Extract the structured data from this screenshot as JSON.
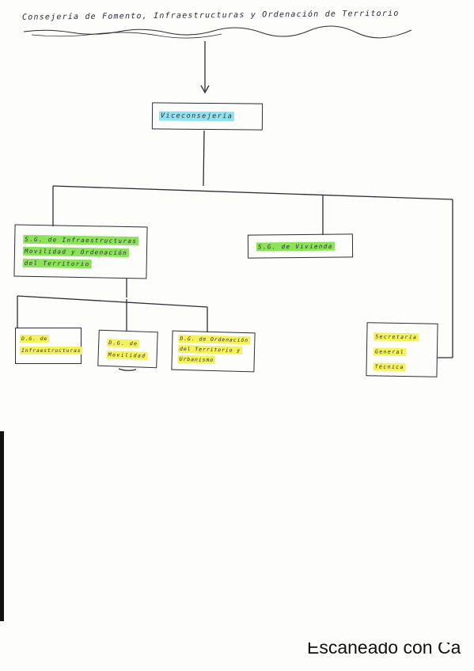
{
  "title": "Consejería de Fomento, Infraestructuras y Ordenación de Territorio",
  "nodes": {
    "vice": "Viceconsejería",
    "sg_infra": [
      "S.G. de Infraestructuras",
      "Movilidad y Ordenación",
      "del Territorio"
    ],
    "sg_viv": "S.G. de Vivienda",
    "dg_infra": [
      "D.G. de",
      "Infraestructuras"
    ],
    "dg_mov": [
      "D.G. de",
      "Movilidad"
    ],
    "dg_ord": [
      "D.G. de Ordenación",
      "del Territorio y",
      "Urbanismo"
    ],
    "sec": [
      "Secretaría",
      "General",
      "Técnica"
    ]
  },
  "footer": "Escaneado con Ca",
  "colors": {
    "highlight_blue": "#8fe3f0",
    "highlight_green": "#8ce35a",
    "highlight_yellow": "#f4f25a",
    "ink": "#2c2c34"
  }
}
